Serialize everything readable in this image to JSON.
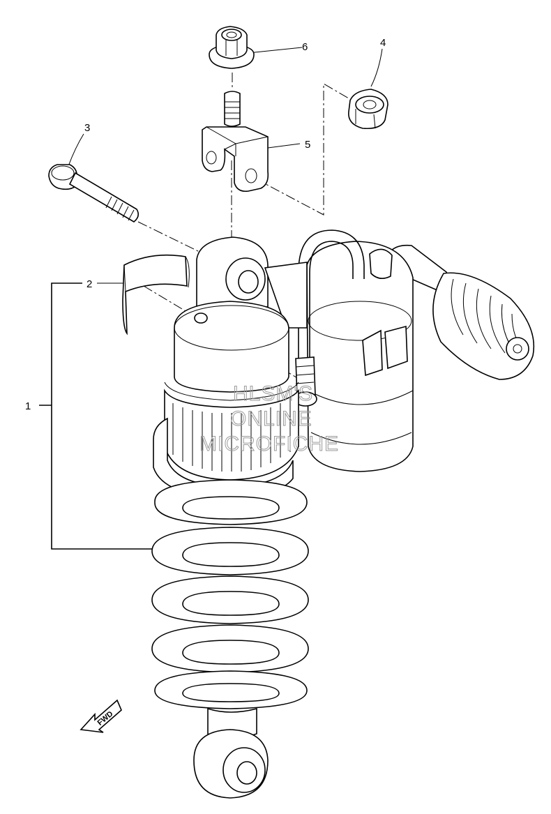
{
  "callouts": {
    "c1": "1",
    "c2": "2",
    "c3": "3",
    "c4": "4",
    "c5": "5",
    "c6": "6"
  },
  "direction_arrow": {
    "label": "FWD"
  },
  "watermark": {
    "line1": "HLSM'S",
    "line2": "ONLINE",
    "line3": "MICROFICHE"
  }
}
